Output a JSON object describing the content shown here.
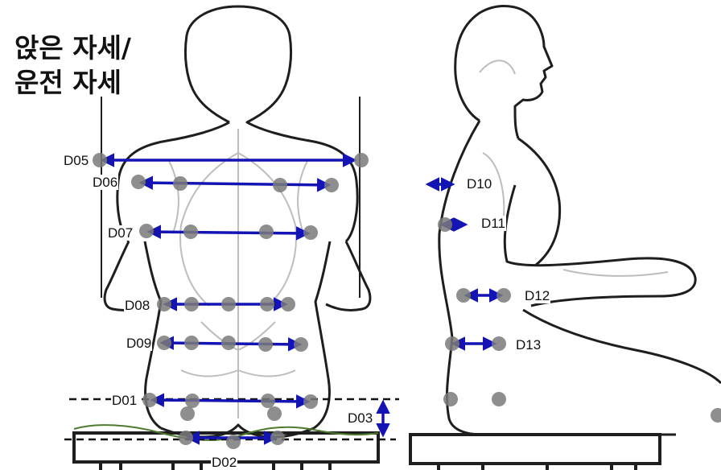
{
  "title": {
    "line1": "앉은 자세/",
    "line2": "운전 자세"
  },
  "measurements": {
    "D01": "D01",
    "D02": "D02",
    "D03": "D03",
    "D05": "D05",
    "D06": "D06",
    "D07": "D07",
    "D08": "D08",
    "D09": "D09",
    "D10": "D10",
    "D11": "D11",
    "D12": "D12",
    "D13": "D13"
  },
  "colors": {
    "arrow": "#1414b4",
    "marker": "#7a7a7a",
    "outline": "#1e1e1e",
    "cushion": "#4e7a2e",
    "muscle": "#bdbdbd"
  }
}
